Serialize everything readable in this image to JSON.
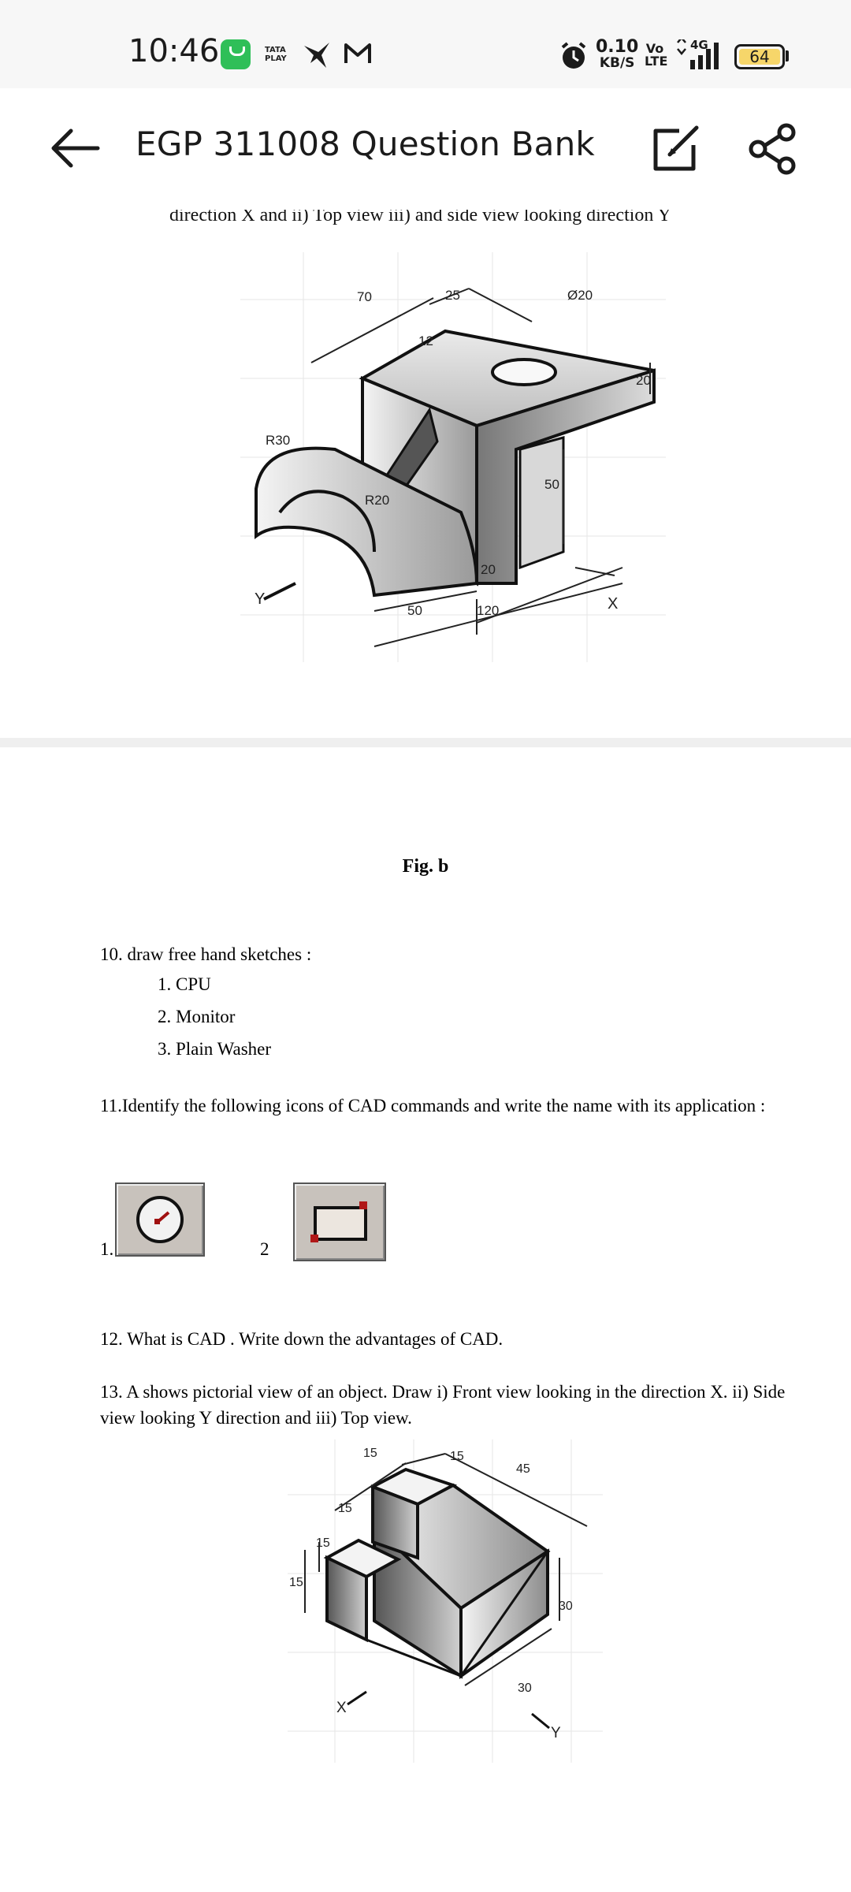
{
  "status_bar": {
    "time": "10:46",
    "tata_label": "TATA PLAY",
    "net_speed_value": "0.10",
    "net_speed_unit": "KB/S",
    "volte": "Vo LTE",
    "network_type": "4G",
    "battery_level": "64"
  },
  "app_bar": {
    "title": "EGP 311008 Question Bank"
  },
  "page1": {
    "cut_text": "direction X and ii) Top view iii) and side view looking  direction Y",
    "figure_labels": {
      "d70": "70",
      "d25": "25",
      "d20dia": "Ø20",
      "d12": "12",
      "d20a": "20",
      "d50v": "50",
      "r30": "R30",
      "r20": "R20",
      "d20b": "20",
      "d50h": "50",
      "d120": "120",
      "axis_x": "X",
      "axis_y": "Y"
    }
  },
  "page2": {
    "fig_caption": "Fig. b",
    "q10": "10. draw free hand sketches :",
    "q10_items": [
      "1. CPU",
      "2. Monitor",
      "3. Plain Washer"
    ],
    "q11": "11.Identify the following  icons of CAD commands and write the name with its application :",
    "icon1_label": "1.",
    "icon2_label": "2",
    "q12": "12. What is CAD . Write down the advantages of CAD.",
    "q13": "13. A shows pictorial view of an object. Draw i) Front view looking in the direction X. ii) Side view looking Y direction and iii) Top view.",
    "figure_labels": {
      "d15a": "15",
      "d15b": "15",
      "d45": "45",
      "d15c": "15",
      "d15d": "15",
      "d15e": "15",
      "d30v": "30",
      "d30": "30",
      "axis_x": "X",
      "axis_y": "Y"
    }
  }
}
